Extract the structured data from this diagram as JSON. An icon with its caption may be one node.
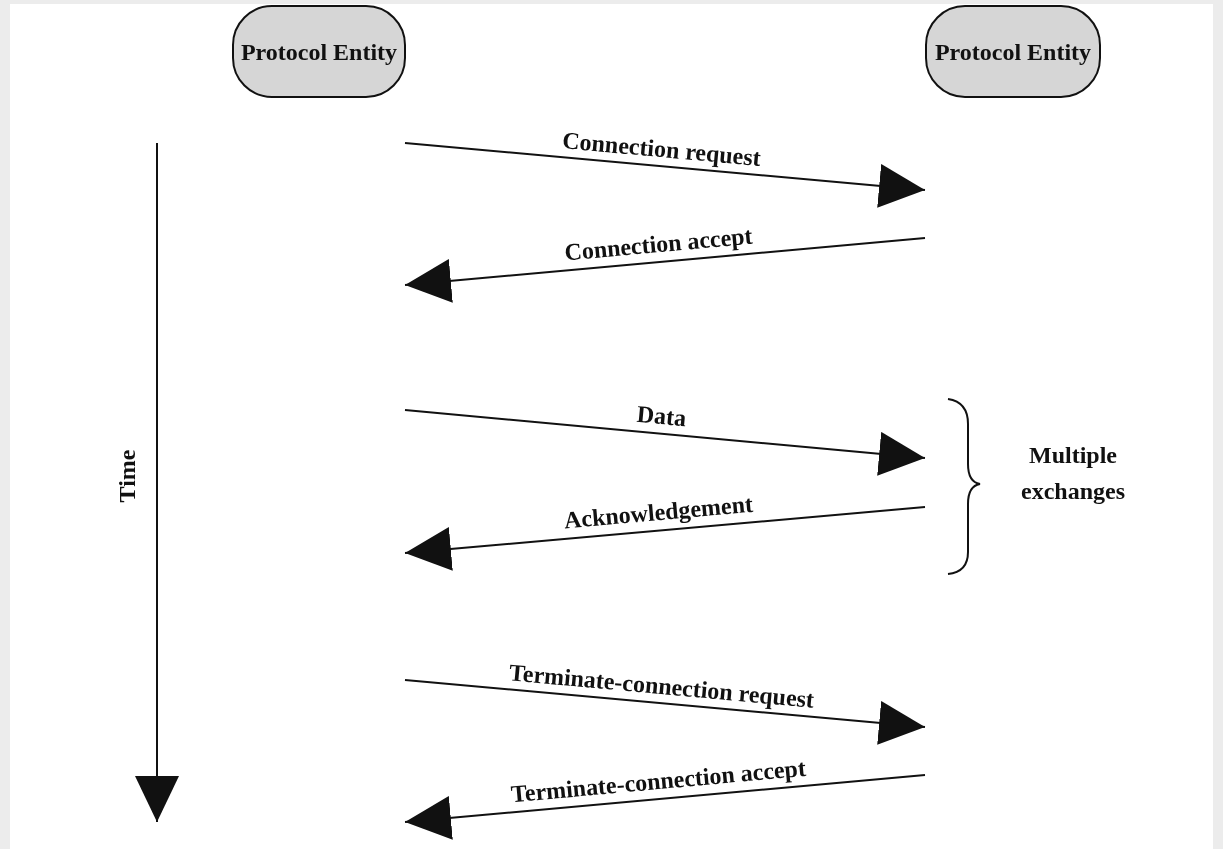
{
  "diagram": {
    "nodes": [
      {
        "text": [
          "Protocol Entity"
        ]
      },
      {
        "text": [
          "Protocol Entity"
        ]
      }
    ],
    "labels": [
      "Connection request",
      "Connection accept",
      "Data",
      "Acknowledgement",
      "Terminate-connection request",
      "Terminate-connection accept",
      "Time",
      "Multiple exchanges"
    ]
  }
}
